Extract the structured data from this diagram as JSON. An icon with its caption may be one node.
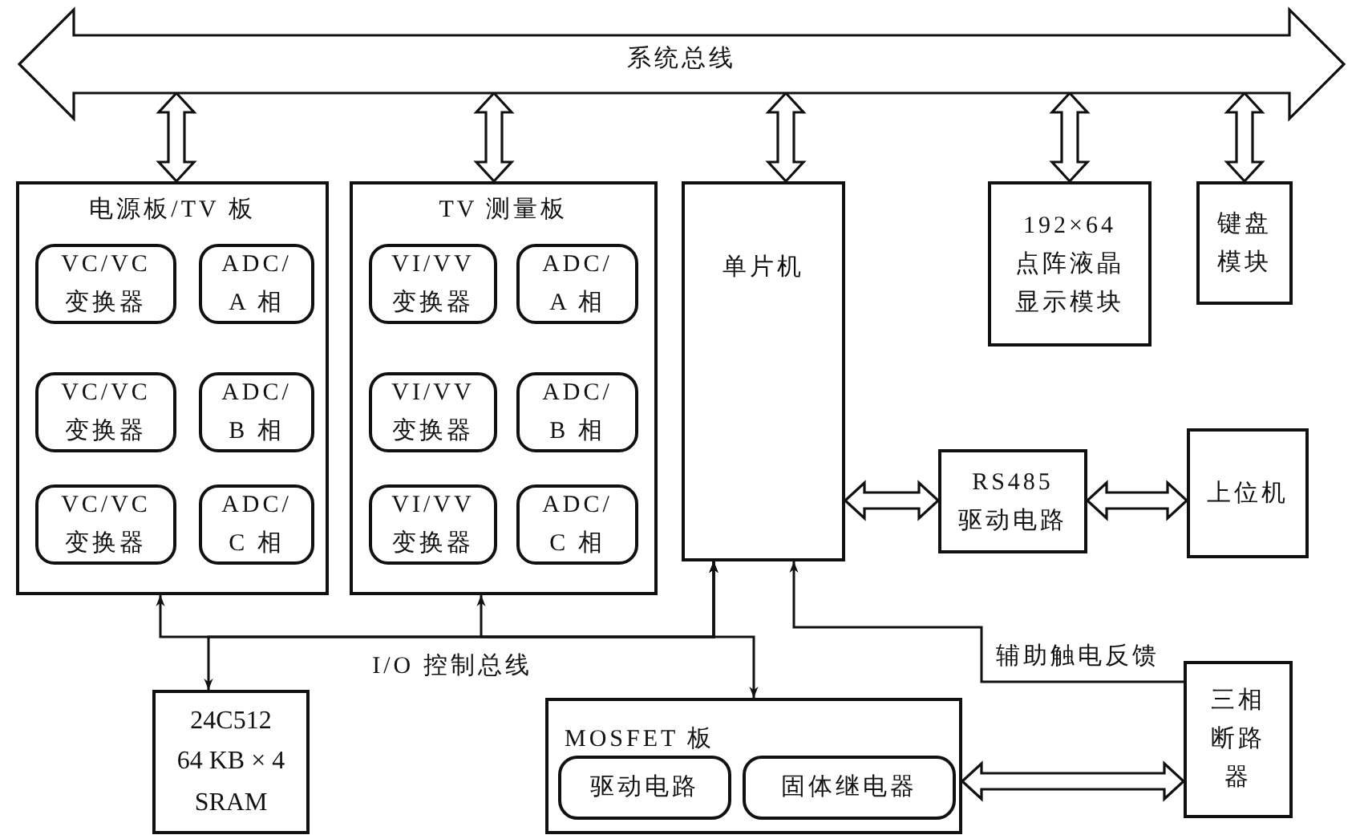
{
  "diagram": {
    "nodes": [
      {
        "text": [
          "系统总线"
        ]
      },
      {
        "text": [
          "电源板/TV 板"
        ]
      },
      {
        "text": [
          "VC/VC 变换器"
        ],
        "in": 1
      },
      {
        "text": [
          "ADC/ A 相"
        ],
        "in": 1
      },
      {
        "text": [
          "VC/VC 变换器"
        ],
        "in": 1
      },
      {
        "text": [
          "ADC/ B 相"
        ],
        "in": 1
      },
      {
        "text": [
          "VC/VC 变换器"
        ],
        "in": 1
      },
      {
        "text": [
          "ADC/ C 相"
        ],
        "in": 1
      },
      {
        "text": [
          "TV 测量板"
        ]
      },
      {
        "text": [
          "VI/VV 变换器"
        ],
        "in": 8
      },
      {
        "text": [
          "ADC/ A 相"
        ],
        "in": 8
      },
      {
        "text": [
          "VI/VV 变换器"
        ],
        "in": 8
      },
      {
        "text": [
          "ADC/ B 相"
        ],
        "in": 8
      },
      {
        "text": [
          "VI/VV 变换器"
        ],
        "in": 8
      },
      {
        "text": [
          "ADC/ C 相"
        ],
        "in": 8
      },
      {
        "text": [
          "单片机"
        ]
      },
      {
        "text": [
          "192×64 点阵液晶显示模块"
        ]
      },
      {
        "text": [
          "键盘模块"
        ]
      },
      {
        "text": [
          "RS485 驱动电路"
        ]
      },
      {
        "text": [
          "上位机"
        ]
      },
      {
        "text": [
          "24C512 64 KB × 4 SRAM"
        ]
      },
      {
        "text": [
          "MOSFET 板"
        ]
      },
      {
        "text": [
          "驱动电路"
        ],
        "in": 21
      },
      {
        "text": [
          "固体继电器"
        ],
        "in": 21
      },
      {
        "text": [
          "三相断路器"
        ]
      }
    ],
    "edges": [
      {
        "from": 0,
        "to": 1,
        "arrow": "both",
        "style": "thick"
      },
      {
        "from": 0,
        "to": 8,
        "arrow": "both",
        "style": "thick"
      },
      {
        "from": 0,
        "to": 15,
        "arrow": "both",
        "style": "thick"
      },
      {
        "from": 0,
        "to": 16,
        "arrow": "both",
        "style": "thick"
      },
      {
        "from": 0,
        "to": 17,
        "arrow": "both",
        "style": "thick"
      },
      {
        "from": 15,
        "to": 18,
        "arrow": "both",
        "style": "thick"
      },
      {
        "from": 18,
        "to": 19,
        "arrow": "both",
        "style": "thick"
      },
      {
        "from": 15,
        "to": 1,
        "arrow": "both"
      },
      {
        "from": 15,
        "to": 8,
        "arrow": "both"
      },
      {
        "from": 15,
        "to": 20,
        "arrow": "both",
        "label": "I/O 控制总线"
      },
      {
        "from": 15,
        "to": 21,
        "arrow": "both"
      },
      {
        "from": 24,
        "to": 15,
        "arrow": "to",
        "label": "辅助触电反馈"
      },
      {
        "from": 21,
        "to": 24,
        "arrow": "both",
        "style": "thick"
      }
    ]
  }
}
